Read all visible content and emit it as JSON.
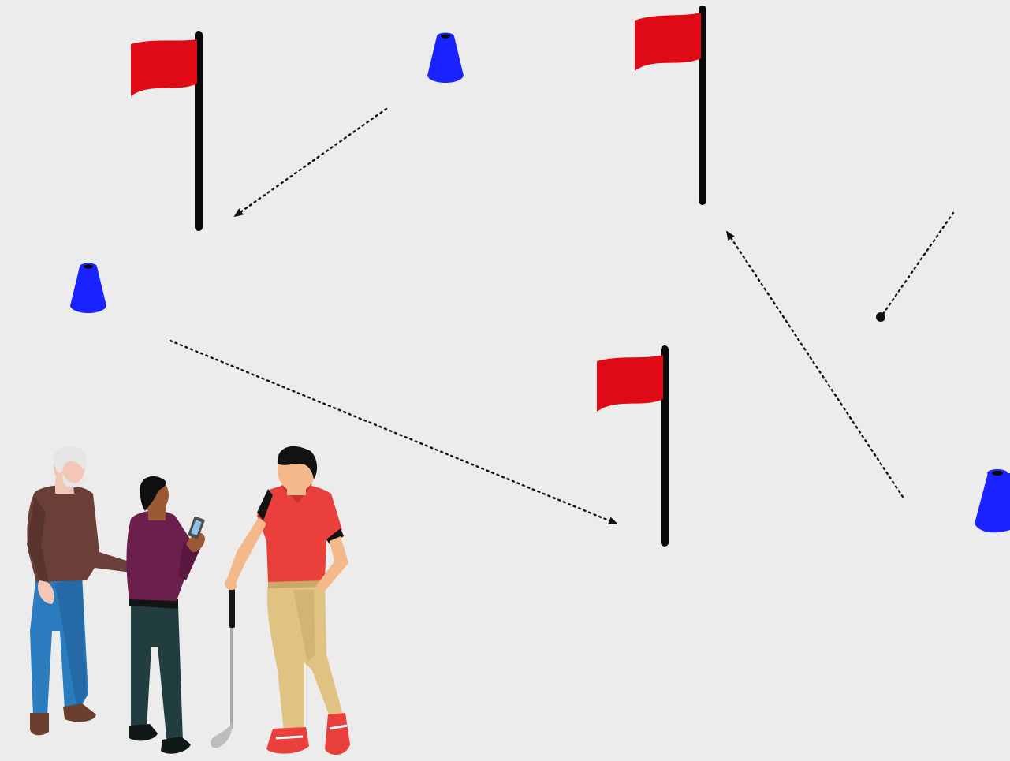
{
  "scene": {
    "background": "#ececec",
    "flag_color": "#e00a16",
    "pole_color": "#0a0a0a",
    "cone_color": "#1a22ff",
    "path_color": "#111111",
    "flags": [
      {
        "id": "flag-1",
        "icon": "golf-flag-icon"
      },
      {
        "id": "flag-2",
        "icon": "golf-flag-icon"
      },
      {
        "id": "flag-3",
        "icon": "golf-flag-icon"
      }
    ],
    "cones": [
      {
        "id": "cone-1",
        "icon": "training-cone-icon"
      },
      {
        "id": "cone-2",
        "icon": "training-cone-icon"
      },
      {
        "id": "cone-3",
        "icon": "training-cone-icon"
      }
    ],
    "paths": [
      {
        "id": "path-cone-to-flag-1",
        "style": "dotted-arrow"
      },
      {
        "id": "path-cone-to-flag-3",
        "style": "dotted-arrow"
      },
      {
        "id": "path-cone-to-flag-2",
        "style": "dotted-arrow"
      },
      {
        "id": "path-start",
        "style": "dotted-line-with-dot"
      }
    ],
    "people": [
      {
        "id": "older-man",
        "icon": "person-icon"
      },
      {
        "id": "man-with-phone",
        "icon": "person-with-phone-icon"
      },
      {
        "id": "golfer",
        "icon": "golfer-with-club-icon"
      }
    ]
  }
}
